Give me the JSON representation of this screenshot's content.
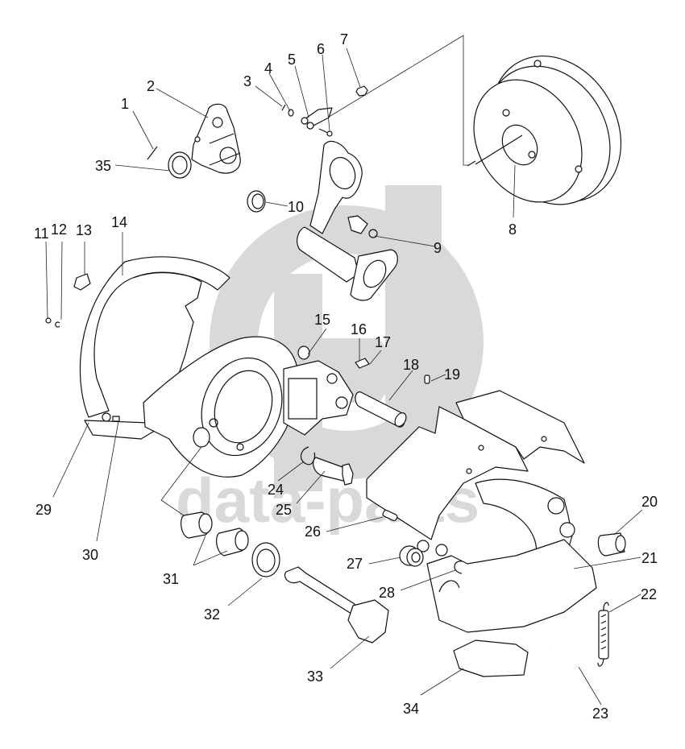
{
  "diagram": {
    "type": "exploded-parts-diagram",
    "subject": "brake assembly",
    "watermark": {
      "text": "data-parts",
      "logo": "dp-logo",
      "color": "#d9d9d9"
    },
    "colors": {
      "background": "#ffffff",
      "line": "#111111"
    },
    "callouts": [
      {
        "id": "1",
        "label": "1",
        "part": "cotter-pin"
      },
      {
        "id": "2",
        "label": "2",
        "part": "slack-adjuster"
      },
      {
        "id": "3",
        "label": "3",
        "part": "cotter-pin-small"
      },
      {
        "id": "4",
        "label": "4",
        "part": "washer"
      },
      {
        "id": "5",
        "label": "5",
        "part": "clevis-pin"
      },
      {
        "id": "6",
        "label": "6",
        "part": "clevis"
      },
      {
        "id": "7",
        "label": "7",
        "part": "nut"
      },
      {
        "id": "8",
        "label": "8",
        "part": "brake-chamber"
      },
      {
        "id": "9",
        "label": "9",
        "part": "chamber-bracket"
      },
      {
        "id": "10",
        "label": "10",
        "part": "seal-ring"
      },
      {
        "id": "11",
        "label": "11",
        "part": "screw"
      },
      {
        "id": "12",
        "label": "12",
        "part": "spring-washer"
      },
      {
        "id": "13",
        "label": "13",
        "part": "clip"
      },
      {
        "id": "14",
        "label": "14",
        "part": "dust-shield"
      },
      {
        "id": "15",
        "label": "15",
        "part": "brake-spider"
      },
      {
        "id": "16",
        "label": "16",
        "part": "grease-fitting"
      },
      {
        "id": "17",
        "label": "17",
        "part": "lock-washer"
      },
      {
        "id": "18",
        "label": "18",
        "part": "anchor-pin"
      },
      {
        "id": "19",
        "label": "19",
        "part": "dowel"
      },
      {
        "id": "20",
        "label": "20",
        "part": "bushing"
      },
      {
        "id": "21",
        "label": "21",
        "part": "brake-shoe"
      },
      {
        "id": "22",
        "label": "22",
        "part": "return-spring"
      },
      {
        "id": "23",
        "label": "23",
        "part": "spring-pin"
      },
      {
        "id": "24",
        "label": "24",
        "part": "snap-ring"
      },
      {
        "id": "25",
        "label": "25",
        "part": "bolt"
      },
      {
        "id": "26",
        "label": "26",
        "part": "roller-pin"
      },
      {
        "id": "27",
        "label": "27",
        "part": "roller"
      },
      {
        "id": "28",
        "label": "28",
        "part": "retainer-clip"
      },
      {
        "id": "29",
        "label": "29",
        "part": "shield-segment"
      },
      {
        "id": "30",
        "label": "30",
        "part": "shield-bolt"
      },
      {
        "id": "31",
        "label": "31",
        "part": "camshaft-bushing"
      },
      {
        "id": "32",
        "label": "32",
        "part": "camshaft-washer"
      },
      {
        "id": "33",
        "label": "33",
        "part": "s-camshaft"
      },
      {
        "id": "34",
        "label": "34",
        "part": "brake-lining"
      },
      {
        "id": "35",
        "label": "35",
        "part": "spacer-washer"
      }
    ]
  }
}
